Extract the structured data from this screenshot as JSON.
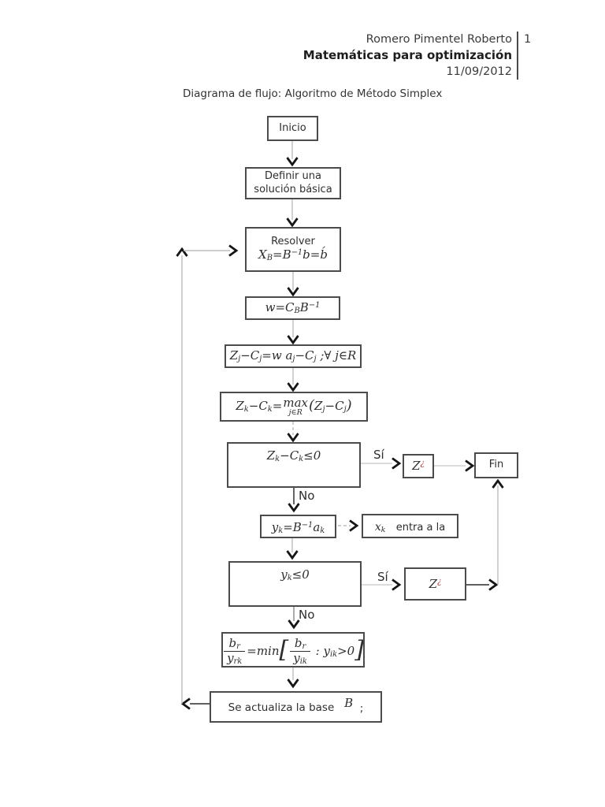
{
  "header": {
    "author": "Romero Pimentel Roberto",
    "course": "Matemáticas para optimización",
    "date": "11/09/2012",
    "page": "1"
  },
  "title": "Diagrama de flujo: Algoritmo de Método Simplex",
  "flowchart": {
    "nodes": {
      "inicio": "Inicio",
      "definir": "Definir una<br>solución básica",
      "resolver_title": "Resolver",
      "resolver_formula": "X<sub>B</sub>=B<sup>−1</sup>b=b́",
      "w_formula": "w=C<sub>B</sub>B<sup>−1</sup>",
      "zj_formula": "Z<sub>j</sub>−C<sub>j</sub>=w a<sub>j</sub>−C<sub>j</sub> ;∀ j∈R",
      "zk_formula": "Z<sub>k</sub>−C<sub>k</sub>=<span class='stack'><span class='over'>max</span><span class='under'>j∈R</span></span><span class='paren'>(</span>Z<sub>j</sub>−C<sub>j</sub><span class='paren'>)</span>",
      "dec1_formula": "Z<sub>k</sub>−C<sub>k</sub>≤0",
      "z_opt": "Z<sup class='qm'>¿</sup>",
      "fin": "Fin",
      "yk_formula": "y<sub>k</sub>=B<sup>−1</sup>a<sub>k</sub>",
      "xk_label": "x<sub>k</sub>&nbsp;&nbsp;&nbsp;<span style='font-style:normal;font-family:DejaVu Sans,sans-serif;font-size:13px;'>entra a la</span>",
      "dec2_formula": "y<sub>k</sub>≤0",
      "ratio_formula": "<span class='frac'><span class='num'>b<sub>r</sub></span><span class='den'>y<sub>rk</sub></span></span>=min<span class='bb'>[</span><span class='frac'><span class='num'>b<sub>r</sub></span><span class='den'>y<sub>ik</sub></span></span>&nbsp;:&nbsp;y<sub>ik</sub>&gt;0<span class='bb'>]</span>",
      "base_label": "Se actualiza la base&nbsp;&nbsp;&nbsp;<span class='bvar'>B</span>&nbsp;&nbsp;<span class='semi'>;</span>"
    },
    "edge_labels": {
      "si1": "Sí",
      "no1": "No",
      "si2": "Sí",
      "no2": "No"
    }
  },
  "colors": {
    "accent_red": "#a83232",
    "box_border": "#4b4b4b",
    "connector_gray": "#bdbdbd",
    "arrow_dark": "#161616"
  }
}
